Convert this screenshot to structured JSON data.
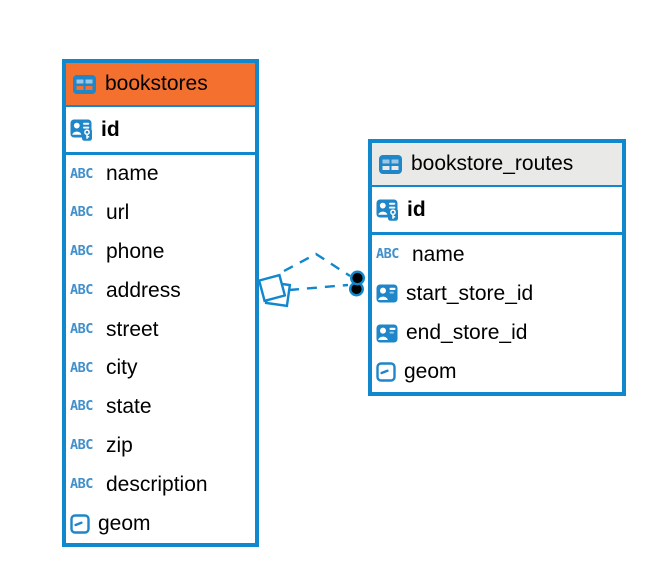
{
  "colors": {
    "accent_blue": "#1187CE",
    "icon_blue": "#1E86C9",
    "text_icon_blue": "#418FCB",
    "connector_dot": "#000000",
    "background": "#FFFFFF"
  },
  "icons": {
    "text_type_label": "ABC"
  },
  "tables": [
    {
      "name": "bookstores",
      "header_bg": "#F4702E",
      "primary_key": {
        "name": "id"
      },
      "columns": [
        {
          "name": "name",
          "type": "text"
        },
        {
          "name": "url",
          "type": "text"
        },
        {
          "name": "phone",
          "type": "text"
        },
        {
          "name": "address",
          "type": "text"
        },
        {
          "name": "street",
          "type": "text"
        },
        {
          "name": "city",
          "type": "text"
        },
        {
          "name": "state",
          "type": "text"
        },
        {
          "name": "zip",
          "type": "text"
        },
        {
          "name": "description",
          "type": "text"
        },
        {
          "name": "geom",
          "type": "geometry"
        }
      ]
    },
    {
      "name": "bookstore_routes",
      "header_bg": "#E9E9E8",
      "primary_key": {
        "name": "id"
      },
      "columns": [
        {
          "name": "name",
          "type": "text"
        },
        {
          "name": "start_store_id",
          "type": "foreign-key"
        },
        {
          "name": "end_store_id",
          "type": "foreign-key"
        },
        {
          "name": "geom",
          "type": "geometry"
        }
      ]
    }
  ]
}
